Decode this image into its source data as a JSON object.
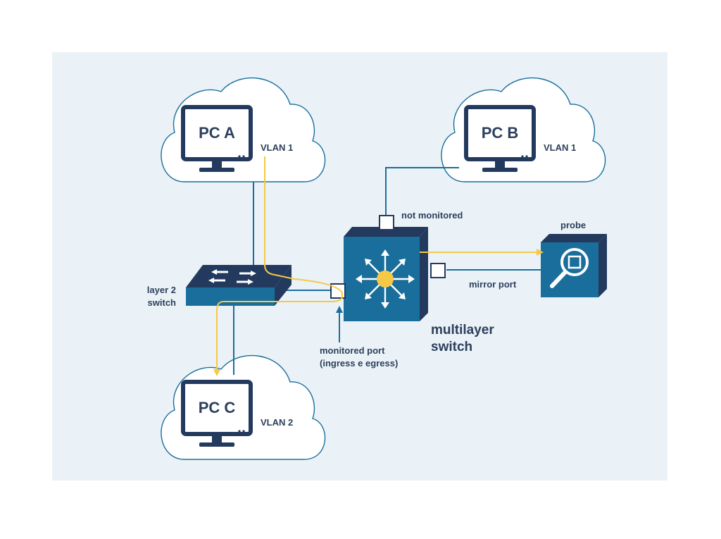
{
  "diagram": {
    "pc_a": {
      "name": "PC A",
      "vlan": "VLAN 1"
    },
    "pc_b": {
      "name": "PC B",
      "vlan": "VLAN 1"
    },
    "pc_c": {
      "name": "PC C",
      "vlan": "VLAN 2"
    },
    "layer2_switch": {
      "label_line1": "layer 2",
      "label_line2": "switch"
    },
    "multilayer_switch": {
      "label_line1": "multilayer",
      "label_line2": "switch"
    },
    "ports": {
      "not_monitored": "not monitored",
      "mirror": "mirror port",
      "monitored_line1": "monitored port",
      "monitored_line2": "(ingress e egress)"
    },
    "probe": {
      "label": "probe"
    }
  },
  "colors": {
    "background": "#eaf2f7",
    "cloud_stroke": "#1a6e9c",
    "line_blue": "#1a6e9c",
    "traffic_yellow": "#f5c946",
    "device_blue": "#1a6e9c",
    "device_dark": "#233a5e",
    "label_text": "#2d3f5c"
  }
}
